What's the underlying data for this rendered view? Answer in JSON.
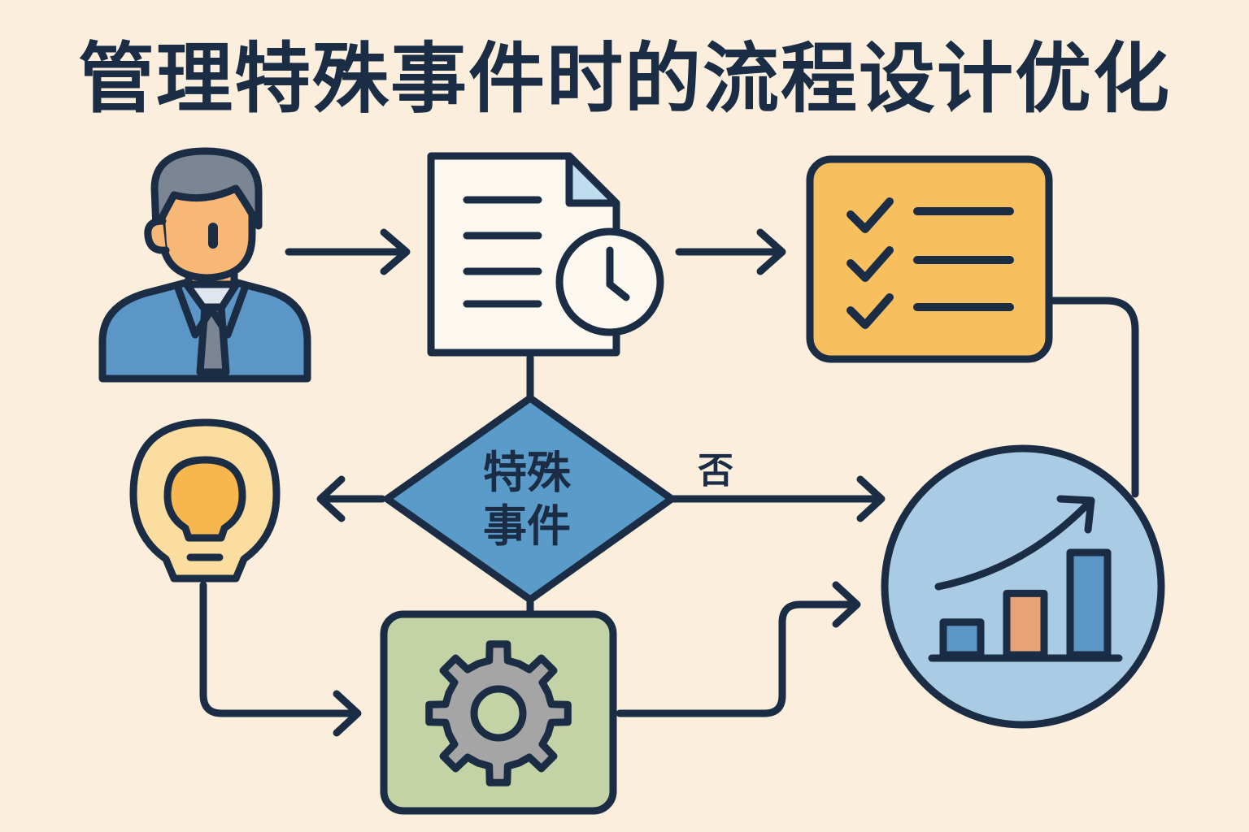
{
  "title": "管理特殊事件时的流程设计优化",
  "decision": {
    "line1": "特殊",
    "line2": "事件",
    "no_label": "否"
  },
  "colors": {
    "background": "#fbeedd",
    "stroke": "#1b2d45",
    "checklist": "#f8bf5e",
    "process": "#c3d3a5",
    "decision": "#5b9bc9",
    "chart_circle": "#a9cbe4",
    "person_shirt": "#5b96c6",
    "person_skin": "#f7b777",
    "person_hair": "#7b8593",
    "bulb_ring": "#fbdda0",
    "bulb": "#f8b64e",
    "gear": "#a5a5a5",
    "bar_blue": "#5b96c6",
    "bar_orange": "#e8a277"
  },
  "icons": [
    "person-icon",
    "document-clock-icon",
    "checklist-icon",
    "lightbulb-icon",
    "gear-icon",
    "growth-chart-icon"
  ],
  "growth_chart": {
    "bar_levels": [
      0.32,
      0.6,
      1.0
    ]
  }
}
